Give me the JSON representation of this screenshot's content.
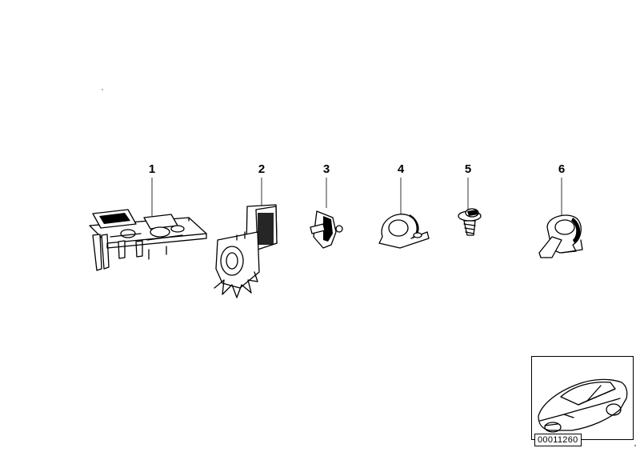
{
  "parts": [
    {
      "number": "1",
      "icon": "bracket-plate-icon"
    },
    {
      "number": "2",
      "icon": "cable-holder-icon"
    },
    {
      "number": "3",
      "icon": "clip-icon"
    },
    {
      "number": "4",
      "icon": "pipe-clamp-icon"
    },
    {
      "number": "5",
      "icon": "screw-icon"
    },
    {
      "number": "6",
      "icon": "hose-clip-icon"
    }
  ],
  "thumbnail": {
    "icon": "car-icon"
  },
  "diagram_id": "00011260"
}
